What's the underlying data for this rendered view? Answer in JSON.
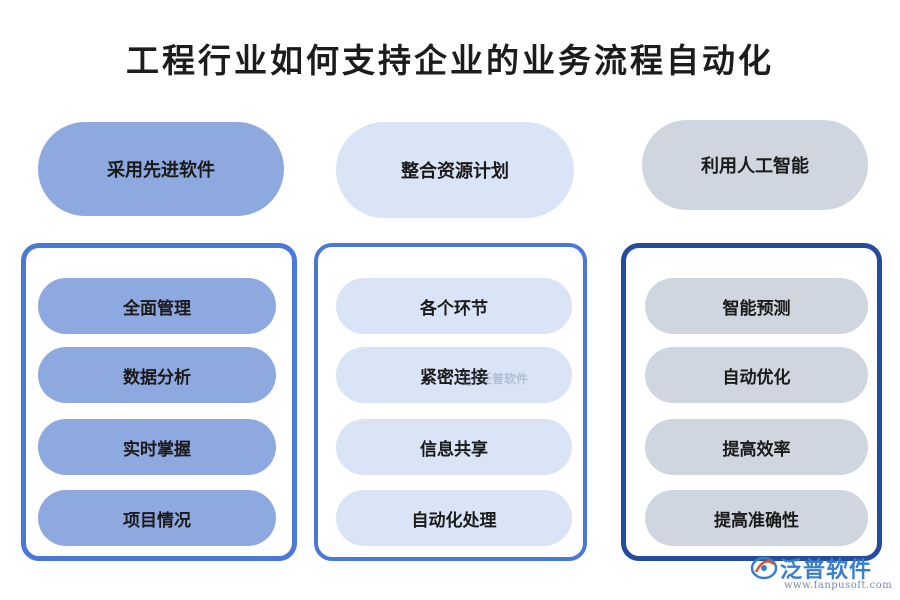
{
  "title": "工程行业如何支持企业的业务流程自动化",
  "columns": [
    {
      "header": "采用先进软件",
      "items": [
        "全面管理",
        "数据分析",
        "实时掌握",
        "项目情况"
      ]
    },
    {
      "header": "整合资源计划",
      "items": [
        "各个环节",
        "紧密连接",
        "信息共享",
        "自动化处理"
      ]
    },
    {
      "header": "利用人工智能",
      "items": [
        "智能预测",
        "自动优化",
        "提高效率",
        "提高准确性"
      ]
    }
  ],
  "watermark": {
    "center_text": "泛普软件",
    "brand_name": "泛普软件",
    "brand_url": "www.fanpusoft.com"
  },
  "colors": {
    "column_1": "#8ea8e0",
    "column_2": "#d9e4f7",
    "column_3": "#d0d6df",
    "panel_border_1": "#4a78d6",
    "panel_border_3": "#254c9c",
    "brand": "#3a7fc9"
  }
}
